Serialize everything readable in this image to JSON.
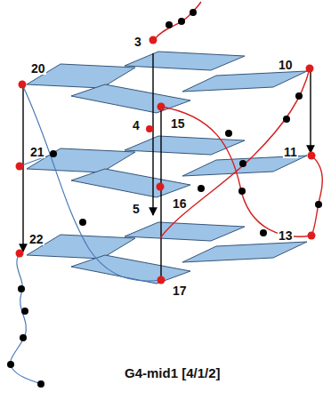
{
  "diagram": {
    "caption": "G4-mid1 [4/1/2]",
    "labels": [
      "3",
      "20",
      "10",
      "4",
      "15",
      "21",
      "11",
      "5",
      "16",
      "22",
      "13",
      "17"
    ]
  }
}
